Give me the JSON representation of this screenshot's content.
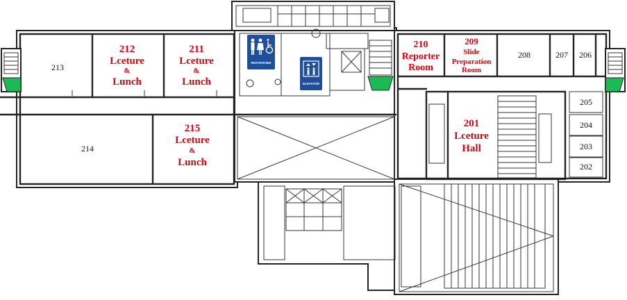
{
  "rooms": {
    "r213": "213",
    "r212": [
      "212",
      "Lceture",
      "&",
      "Lunch"
    ],
    "r211": [
      "211",
      "Lceture",
      "&",
      "Lunch"
    ],
    "r210": [
      "210",
      "Reporter",
      "Room"
    ],
    "r209": [
      "209",
      "Slide",
      "Preparation",
      "Room"
    ],
    "r208": "208",
    "r207": "207",
    "r206": "206",
    "r205": "205",
    "r204": "204",
    "r203": "203",
    "r202": "202",
    "r214": "214",
    "r215": [
      "215",
      "Lceture",
      "&",
      "Lunch"
    ],
    "r201": [
      "201",
      "Lceture",
      "Hall"
    ]
  },
  "signs": {
    "restrooms": "RESTROOMS",
    "elevator": "ELEVATOR"
  },
  "colors": {
    "highlight_text": "#e0000f",
    "sign_blue": "#1f4e9a",
    "stair_green": "#1db954"
  },
  "icons": [
    "restroom-icon",
    "accessible-icon",
    "elevator-icon"
  ]
}
